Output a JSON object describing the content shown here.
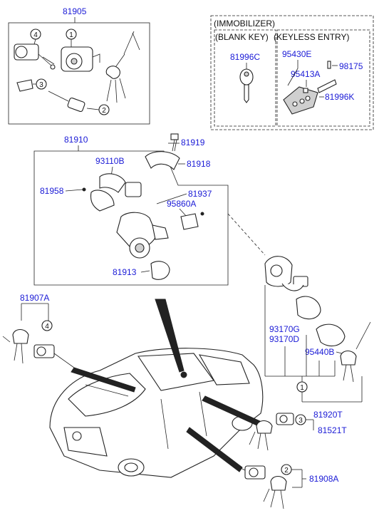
{
  "immobilizer": {
    "title": "(IMMOBILIZER)",
    "blank_key_label": "(BLANK KEY)",
    "keyless_entry_label": "(KEYLESS ENTRY)"
  },
  "circled_numbers": [
    "1",
    "2",
    "3",
    "4"
  ],
  "part_numbers": {
    "p81905": "81905",
    "p81996C": "81996C",
    "p95430E": "95430E",
    "p95413A": "95413A",
    "p98175": "98175",
    "p81996K": "81996K",
    "p81910": "81910",
    "p81919": "81919",
    "p93110B": "93110B",
    "p81918": "81918",
    "p81958": "81958",
    "p81937": "81937",
    "p95860A": "95860A",
    "p81913": "81913",
    "p81907A": "81907A",
    "p93170G": "93170G",
    "p93170D": "93170D",
    "p95440B": "95440B",
    "p81920T": "81920T",
    "p81521T": "81521T",
    "p81908A": "81908A"
  }
}
